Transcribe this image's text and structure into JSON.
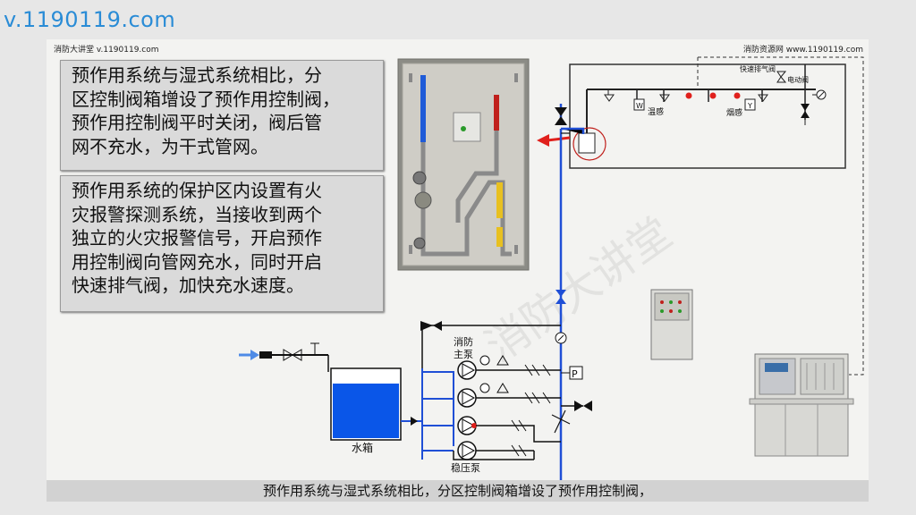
{
  "watermark": "v.1190119.com",
  "header": {
    "left": "消防大讲堂 v.1190119.com",
    "right": "消防资源网 www.1190119.com"
  },
  "textboxes": [
    {
      "lines": [
        "预作用系统与湿式系统相比，分",
        "区控制阀箱增设了预作用控制阀，",
        "预作用控制阀平时关闭，阀后管",
        "网不充水，为干式管网。"
      ]
    },
    {
      "lines": [
        "预作用系统的保护区内设置有火",
        "灾报警探测系统，当接收到两个",
        "独立的火灾报警信号，开启预作",
        "用控制阀向管网充水，同时开启",
        "快速排气阀，加快充水速度。"
      ]
    }
  ],
  "diagram_labels": {
    "fast_exhaust_valve": "快速排气阀",
    "electric_valve": "电动阀",
    "temp_sensor_tag": "W",
    "temp_sensor": "温感",
    "smoke_sensor_tag": "Y",
    "smoke_sensor": "烟感",
    "main_pump": [
      "消防",
      "主泵"
    ],
    "pressure_gauge_tag": "P",
    "water_tank": "水箱",
    "jockey_pump": "稳压泵"
  },
  "subtitle": "预作用系统与湿式系统相比，分区控制阀箱增设了预作用控制阀，",
  "colors": {
    "pipe_blue": "#1f4fd6",
    "water": "#0a56e8",
    "alarm_red": "#e0201c",
    "watermark": "#2a8cd6"
  }
}
